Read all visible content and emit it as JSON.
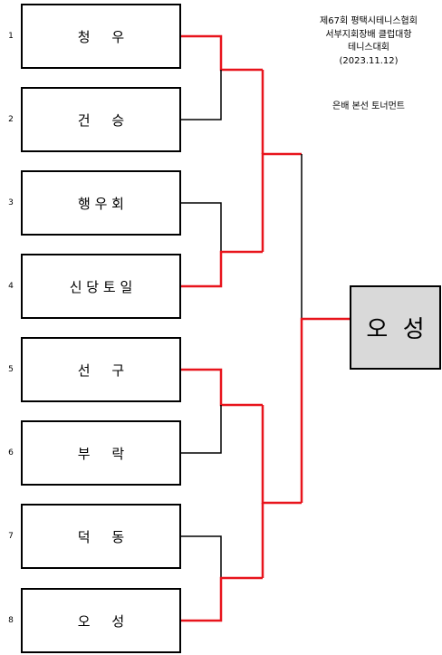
{
  "header": {
    "title_lines": [
      "제67회 평택시테니스협회",
      "서부지회장배 클럽대항",
      "테니스대회",
      "(2023.11.12)"
    ],
    "subtitle": "은배 본선 토너먼트"
  },
  "teams": [
    {
      "seed": "1",
      "name": "청     우"
    },
    {
      "seed": "2",
      "name": "건     승"
    },
    {
      "seed": "3",
      "name": "행 우 회"
    },
    {
      "seed": "4",
      "name": "신 당 토 일"
    },
    {
      "seed": "5",
      "name": "선     구"
    },
    {
      "seed": "6",
      "name": "부     락"
    },
    {
      "seed": "7",
      "name": "덕     동"
    },
    {
      "seed": "8",
      "name": "오     성"
    }
  ],
  "champion": {
    "name": "오  성"
  },
  "colors": {
    "winner_line": "#e8141c",
    "loser_line": "#000000",
    "champion_fill": "#d9d9d9"
  }
}
